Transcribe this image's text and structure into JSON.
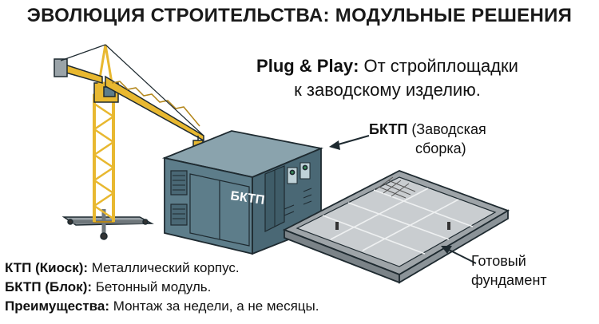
{
  "title": "ЭВОЛЮЦИЯ СТРОИТЕЛЬСТВА: МОДУЛЬНЫЕ РЕШЕНИЯ",
  "tagline": {
    "bold": "Plug & Play:",
    "line1_rest": " От стройплощадки",
    "line2": "к заводскому изделию."
  },
  "bktp_callout": {
    "bold": "БКТП",
    "line1_rest": " (Заводская",
    "line2": "сборка)"
  },
  "module_sign": "БКТП",
  "foundation_callout": {
    "line1": "Готовый",
    "line2": "фундамент"
  },
  "notes": [
    {
      "bold": "КТП (Киоск):",
      "text": " Металлический корпус."
    },
    {
      "bold": "БКТП (Блок):",
      "text": " Бетонный модуль."
    },
    {
      "bold": "Преимущества:",
      "text": " Монтаж за недели, а не месяцы."
    }
  ],
  "colors": {
    "crane": "#e8b830",
    "crane_dark": "#b3861a",
    "module_front": "#5d7d8a",
    "module_side": "#4a6875",
    "module_top": "#8aa3ad",
    "slab": "#c9cdd0",
    "slab_edge": "#9ea4a8",
    "outline": "#1e2a30"
  }
}
